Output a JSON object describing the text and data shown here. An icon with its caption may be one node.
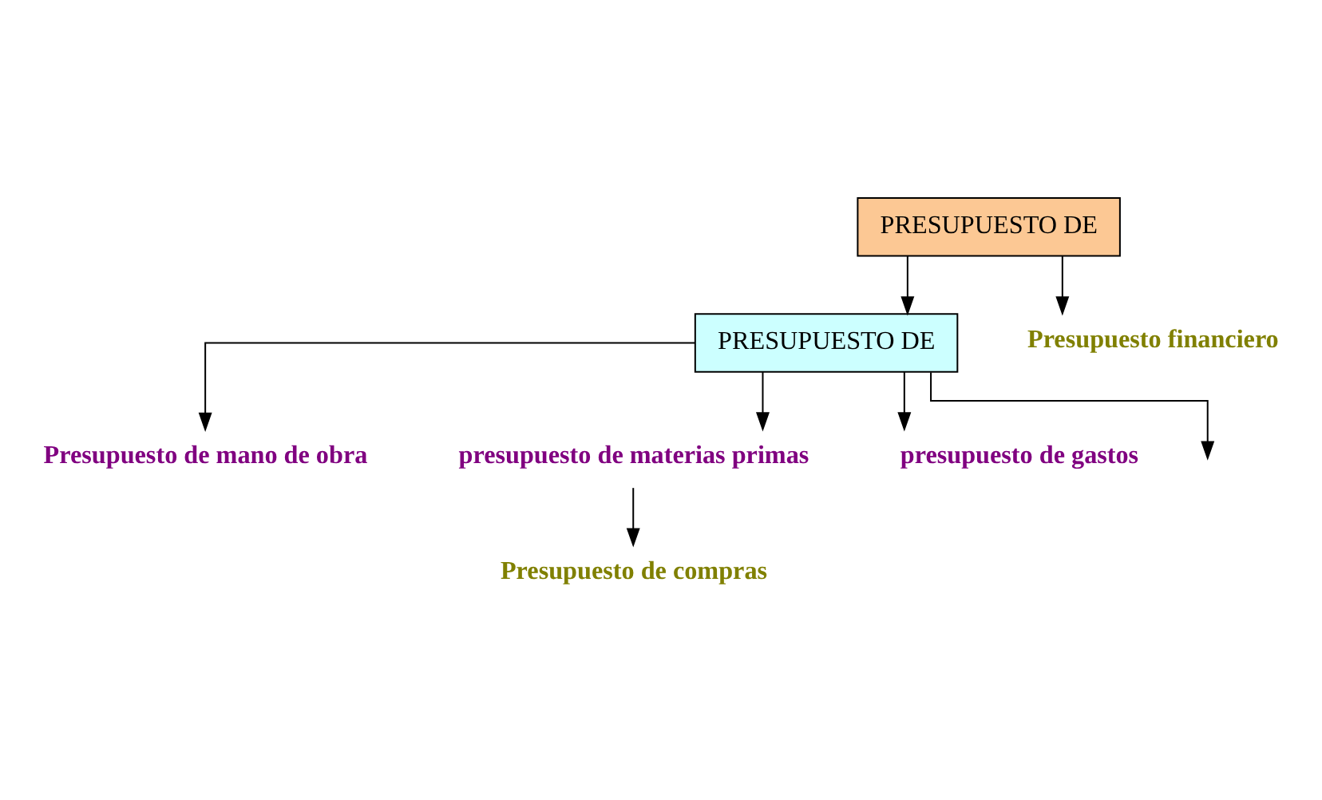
{
  "diagram": {
    "nodes": [
      {
        "text": [
          "PRESUPUESTO DE"
        ]
      },
      {
        "text": [
          "PRESUPUESTO DE"
        ]
      },
      {
        "text": [
          "Presupuesto de mano de obra"
        ]
      },
      {
        "text": [
          "presupuesto de materias primas"
        ]
      },
      {
        "text": [
          "presupuesto de gastos"
        ]
      },
      {
        "text": [
          "Presupuesto financiero"
        ]
      },
      {
        "text": [
          "Presupuesto de compras"
        ]
      }
    ],
    "edges": [
      {
        "from": 0,
        "to": 1,
        "arrow": "to"
      },
      {
        "from": 1,
        "to": 2,
        "arrow": "to"
      },
      {
        "from": 1,
        "to": 3,
        "arrow": "to"
      },
      {
        "from": 1,
        "to": 4,
        "arrow": "to"
      },
      {
        "from": 1,
        "to": null,
        "arrow": "to"
      },
      {
        "from": 0,
        "to": 5,
        "arrow": "to"
      },
      {
        "from": 3,
        "to": 6,
        "arrow": "to"
      }
    ]
  }
}
